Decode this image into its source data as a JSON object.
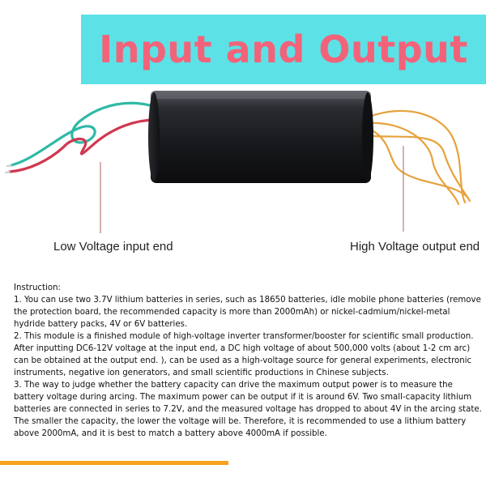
{
  "title": "Input and Output",
  "labels": {
    "low": "Low Voltage input end",
    "high": "High Voltage output end"
  },
  "instructions": {
    "heading": "Instruction:",
    "items": [
      "1. You can use two 3.7V lithium batteries in series, such as 18650 batteries, idle mobile phone batteries (remove the protection board, the recommended capacity is more than 2000mAh) or nickel-cadmium/nickel-metal hydride battery packs, 4V or 6V batteries.",
      "2. This module is a finished module of high-voltage inverter transformer/booster for scientific small production. After inputting DC6-12V voltage at the input end, a DC high voltage of about 500,000 volts (about 1-2 cm arc) can be obtained at the output end. ), can be used as a high-voltage source for general experiments, electronic instruments, negative ion generators, and small scientific productions in Chinese subjects.",
      "3. The way to judge whether the battery capacity can drive the maximum output power is to measure the battery voltage during arcing. The maximum power can be output if it is around 6V. Two small-capacity lithium batteries are connected in series to 7.2V, and the measured voltage has dropped to about 4V in the arcing state. The smaller the capacity, the lower the voltage will be. Therefore, it is recommended to use a lithium battery above 2000mA, and it is best to match a battery above 4000mA if possible."
    ]
  },
  "colors": {
    "banner": "#5ce1e6",
    "title": "#f2637a",
    "accent_bar": "#f7a11c",
    "wire_teal": "#2fb9a6",
    "wire_red": "#d03850",
    "wire_copper": "#e7a23d",
    "body": "#1c1d21"
  }
}
